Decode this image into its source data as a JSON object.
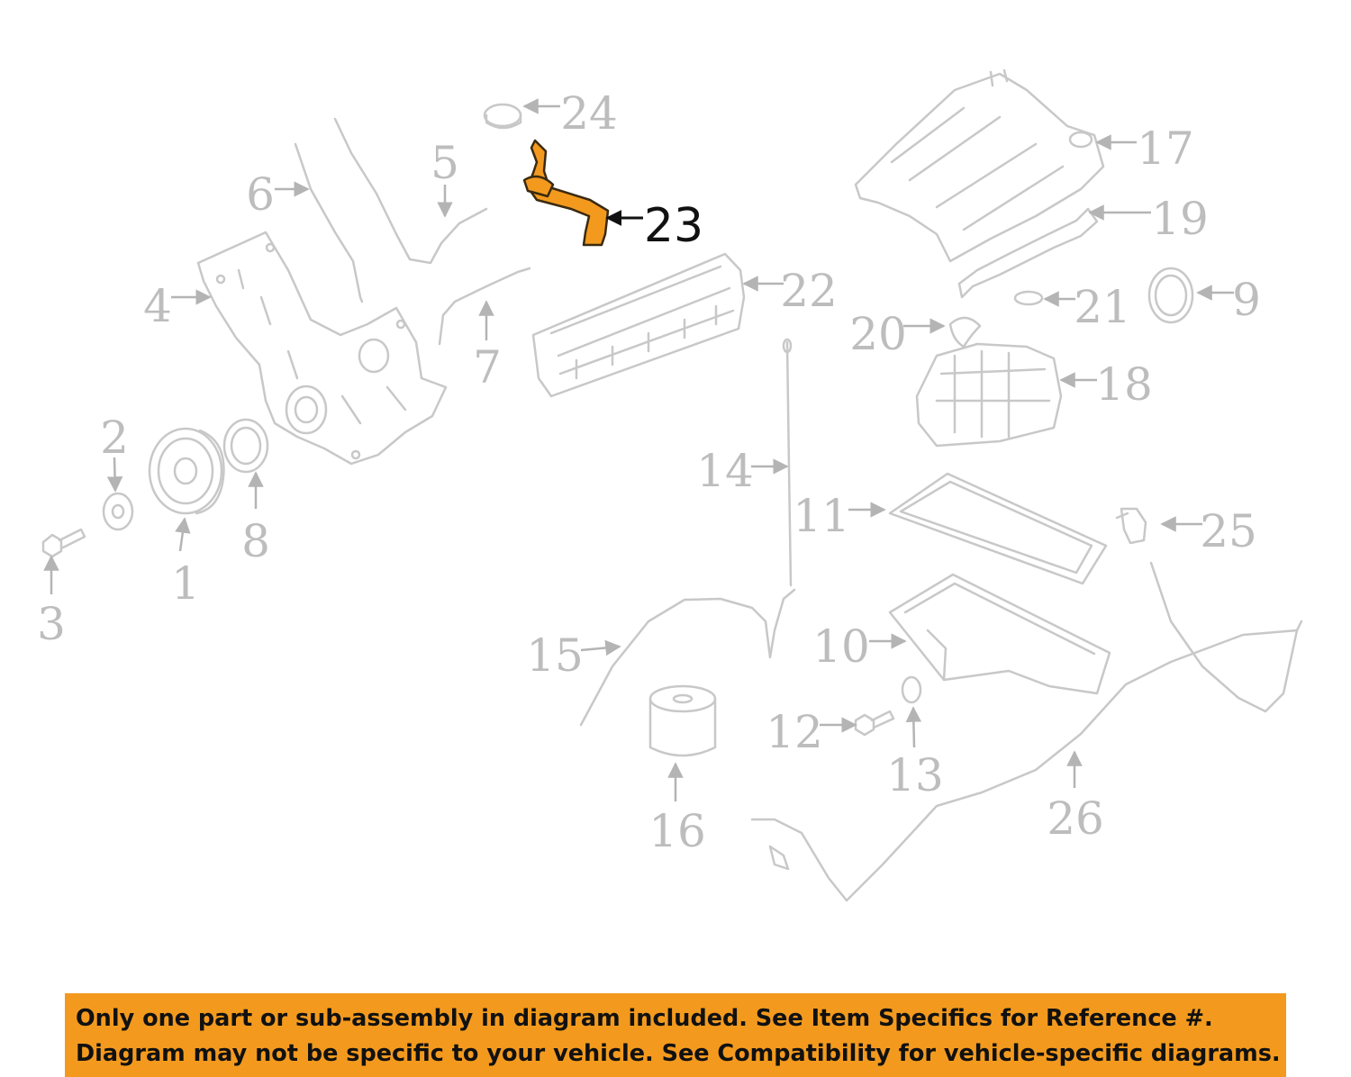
{
  "diagram": {
    "highlight_color": "#f39a1e",
    "part_color": "#c8c8c8",
    "highlighted_callout": "23",
    "callouts": [
      "1",
      "2",
      "3",
      "4",
      "5",
      "6",
      "7",
      "8",
      "9",
      "10",
      "11",
      "12",
      "13",
      "14",
      "15",
      "16",
      "17",
      "18",
      "19",
      "20",
      "21",
      "22",
      "24",
      "25",
      "26"
    ]
  },
  "notice": {
    "background_color": "#f39a1e",
    "line1": "Only one part or sub-assembly in diagram included. See Item Specifics for Reference #.",
    "line2": "Diagram may not be specific to your vehicle. See Compatibility for vehicle-specific diagrams."
  }
}
